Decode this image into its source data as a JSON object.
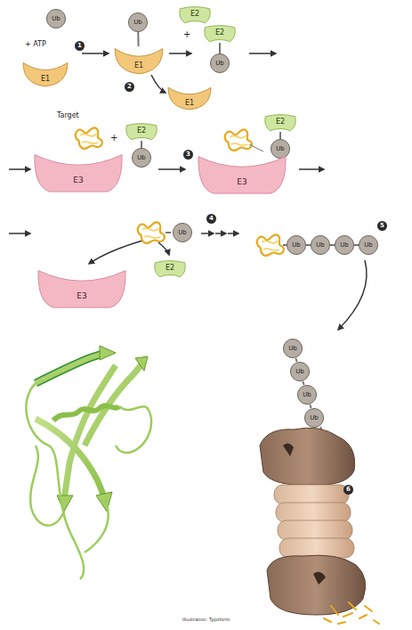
{
  "diagram": {
    "nodes": [
      {
        "text": [
          "Ub"
        ]
      },
      {
        "text": [
          "E1"
        ]
      },
      {
        "text": [
          "Ub"
        ]
      },
      {
        "text": [
          "E1"
        ]
      },
      {
        "text": [
          "E2"
        ]
      },
      {
        "text": [
          "E1"
        ]
      },
      {
        "text": [
          "E2"
        ]
      },
      {
        "text": [
          "Ub"
        ]
      },
      {
        "text": [
          "E2"
        ]
      },
      {
        "text": [
          "Ub"
        ]
      },
      {
        "text": [
          "E3"
        ]
      },
      {
        "text": [
          "E2"
        ]
      },
      {
        "text": [
          "Ub"
        ]
      },
      {
        "text": [
          "E3"
        ]
      },
      {
        "text": [
          "Ub"
        ]
      },
      {
        "text": [
          "E3"
        ]
      },
      {
        "text": [
          "E2"
        ]
      },
      {
        "text": [
          "Ub"
        ]
      },
      {
        "text": [
          "Ub"
        ]
      },
      {
        "text": [
          "Ub"
        ]
      },
      {
        "text": [
          "Ub"
        ]
      },
      {
        "text": [
          "Ub"
        ]
      },
      {
        "text": [
          "Ub"
        ]
      },
      {
        "text": [
          "Ub"
        ]
      },
      {
        "text": [
          "Ub"
        ]
      }
    ],
    "edges": [
      {
        "from": 2,
        "to": 3,
        "arrow": "none"
      },
      {
        "from": 7,
        "to": 6,
        "arrow": "none"
      },
      {
        "from": 9,
        "to": 8,
        "arrow": "none"
      },
      {
        "from": 12,
        "to": 11,
        "arrow": "none"
      },
      {
        "from": 17,
        "to": 18,
        "arrow": "none"
      },
      {
        "from": 18,
        "to": 19,
        "arrow": "none"
      },
      {
        "from": 19,
        "to": 20,
        "arrow": "none"
      },
      {
        "from": 21,
        "to": 22,
        "arrow": "none"
      },
      {
        "from": 22,
        "to": 23,
        "arrow": "none"
      },
      {
        "from": 23,
        "to": 24,
        "arrow": "none"
      }
    ],
    "labels": [
      "+ ATP",
      "1",
      "+",
      "2",
      "Target",
      "+",
      "3",
      "4",
      "5",
      "6",
      "Illustration: Typoform"
    ]
  }
}
